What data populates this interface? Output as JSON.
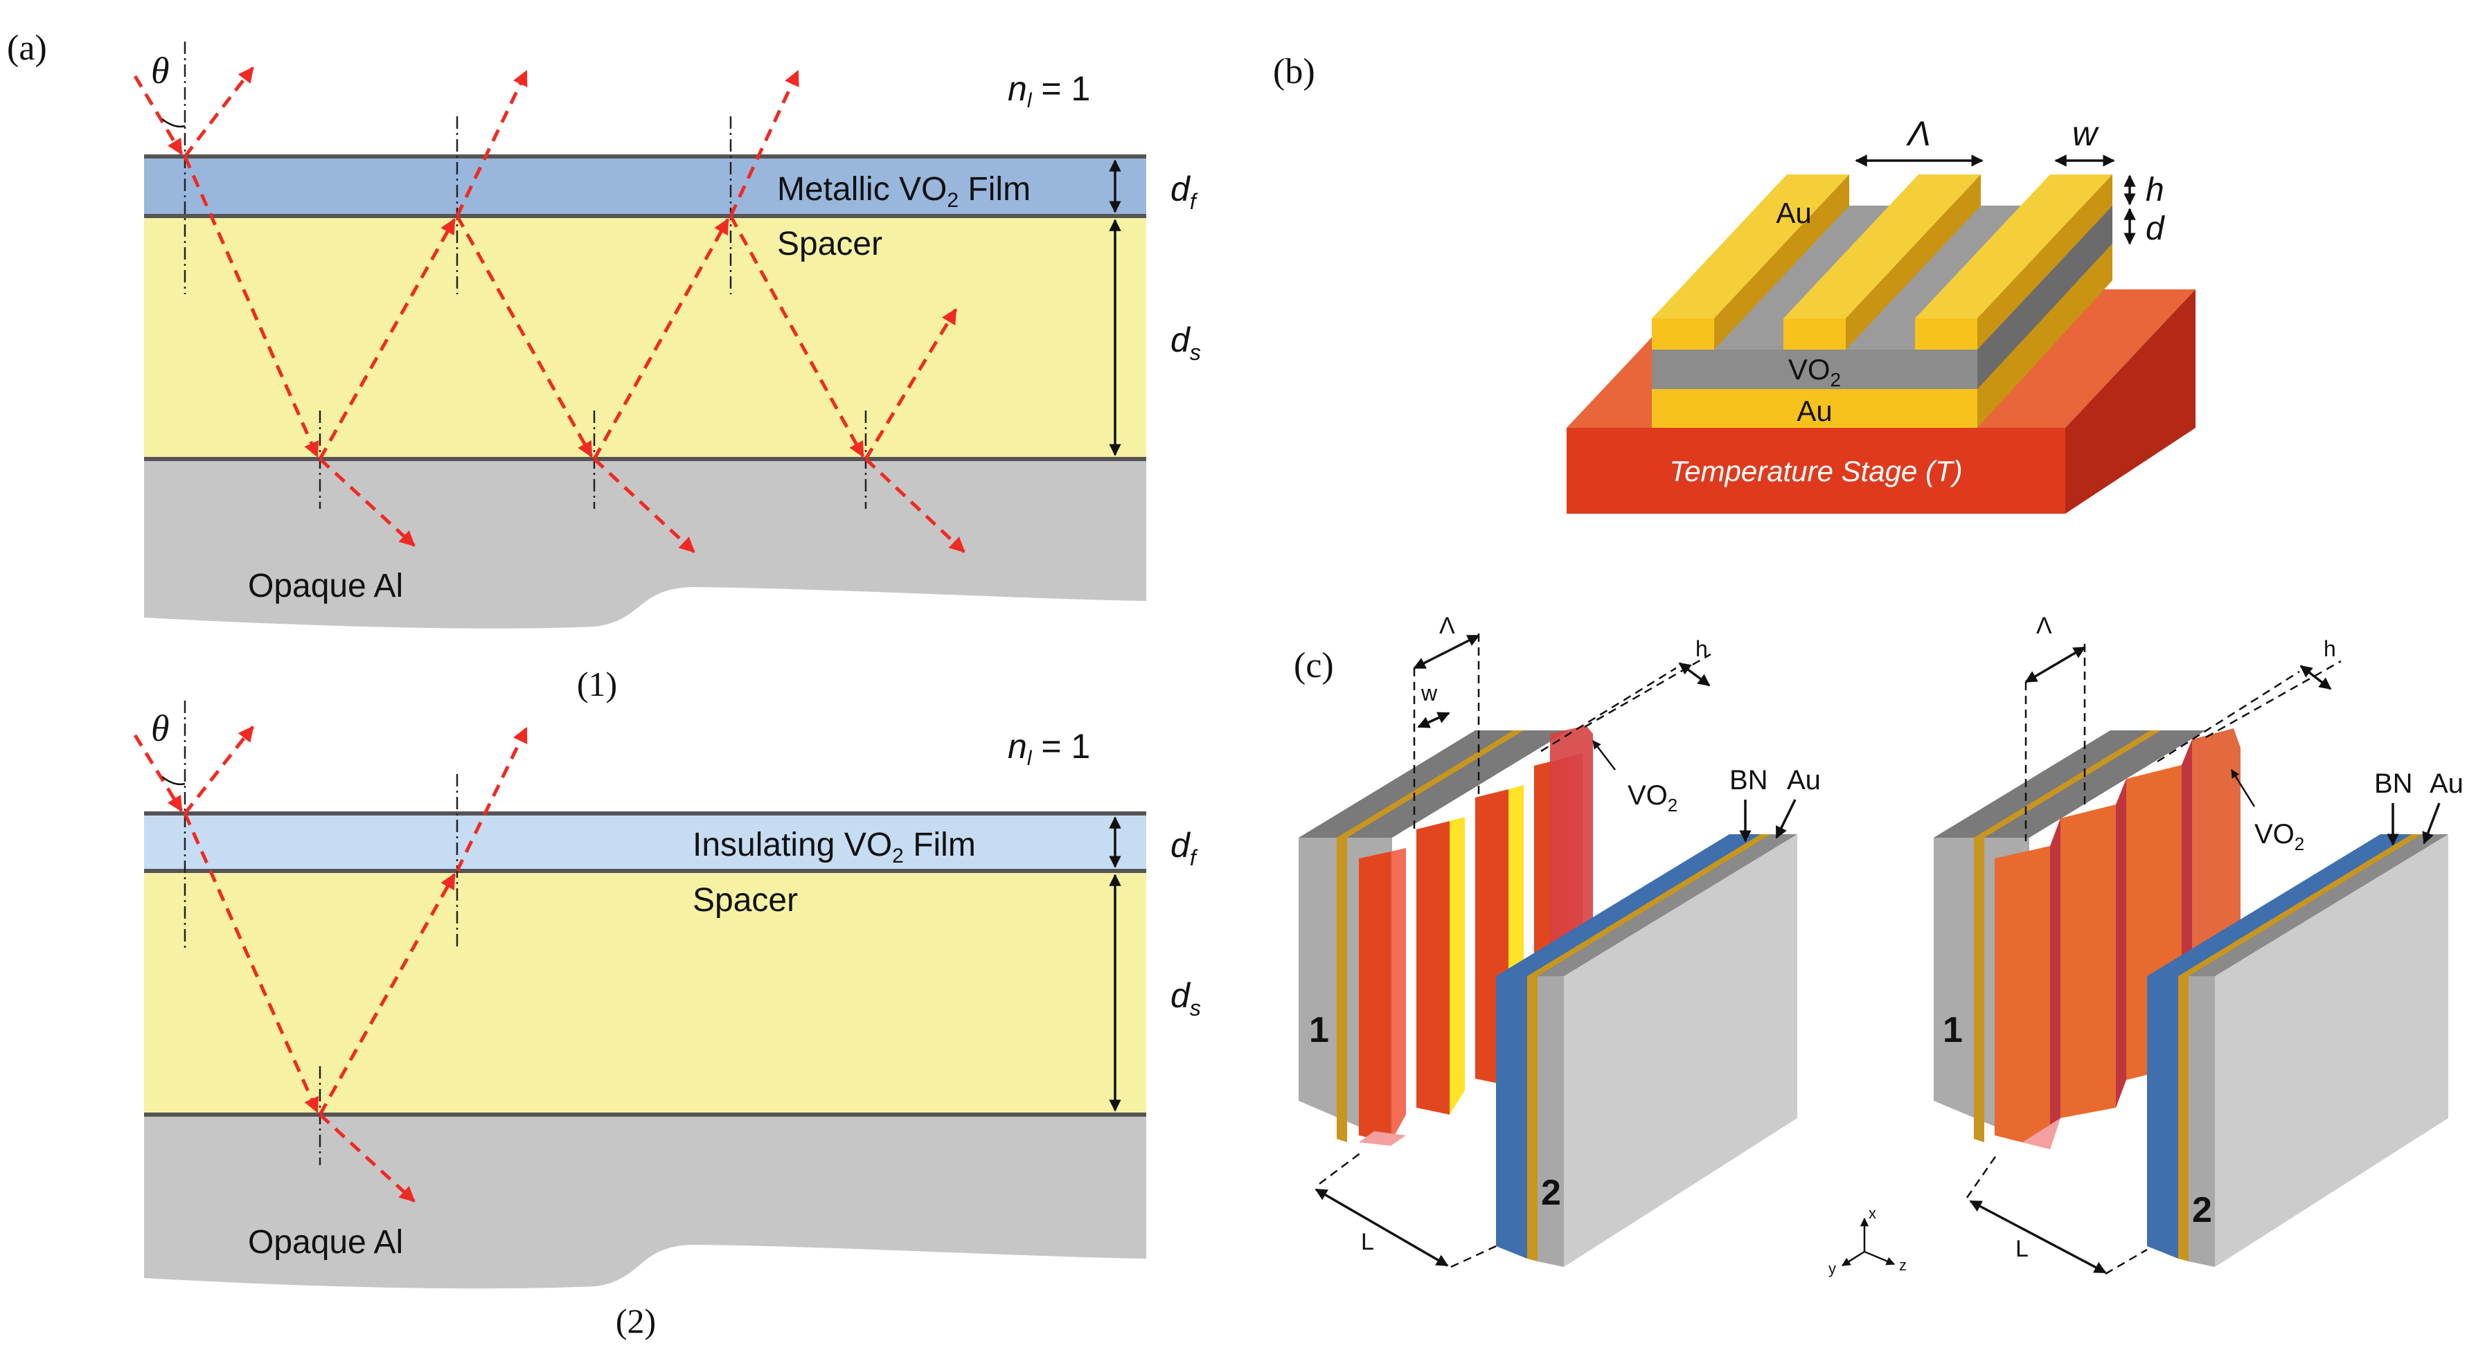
{
  "panel_a": {
    "label": "(a)",
    "sub1": {
      "caption": "(1)",
      "theta": "θ",
      "n_text": "n",
      "n_sub": "l",
      "n_value": " = 1",
      "film_pre": "Metallic VO",
      "film_sub": "2",
      "film_post": " Film",
      "spacer": "Spacer",
      "substrate": "Opaque Al",
      "df": "d",
      "df_sub": "f",
      "ds": "d",
      "ds_sub": "s"
    },
    "sub2": {
      "caption": "(2)",
      "theta": "θ",
      "n_text": "n",
      "n_sub": "l",
      "n_value": " = 1",
      "film_pre": "Insulating VO",
      "film_sub": "2",
      "film_post": " Film",
      "spacer": "Spacer",
      "substrate": "Opaque Al",
      "df": "d",
      "df_sub": "f",
      "ds": "d",
      "ds_sub": "s"
    },
    "colors": {
      "metallic_film": "#99b7dc",
      "insulating_film": "#c6dcf2",
      "spacer": "#f7f2a3",
      "substrate": "#c6c6c6",
      "ray": "#f02a22"
    }
  },
  "panel_b": {
    "label": "(b)",
    "lambda": "Λ",
    "w": "w",
    "h": "h",
    "d": "d",
    "au_top": "Au",
    "vo2_pre": "VO",
    "vo2_sub": "2",
    "au_base": "Au",
    "stage": "Temperature Stage (T)",
    "colors": {
      "gold": "#f5c12a",
      "vo2": "#8a8a8a",
      "stage": "#e0321e"
    }
  },
  "panel_c": {
    "label": "(c)",
    "left": {
      "lambda": "Λ",
      "w": "w",
      "h": "h",
      "vo2_pre": "VO",
      "vo2_sub": "2",
      "bn": "BN",
      "au": "Au",
      "num1": "1",
      "num2": "2",
      "L": "L"
    },
    "right": {
      "lambda": "Λ",
      "h": "h",
      "vo2_pre": "VO",
      "vo2_sub": "2",
      "bn": "BN",
      "au": "Au",
      "num1": "1",
      "num2": "2",
      "L": "L"
    },
    "axes": {
      "x": "x",
      "y": "y",
      "z": "z"
    },
    "colors": {
      "plate": "#a9a9a9",
      "bn": "#3f6fad",
      "au": "#c8961e",
      "grating": "#e2461e"
    }
  }
}
